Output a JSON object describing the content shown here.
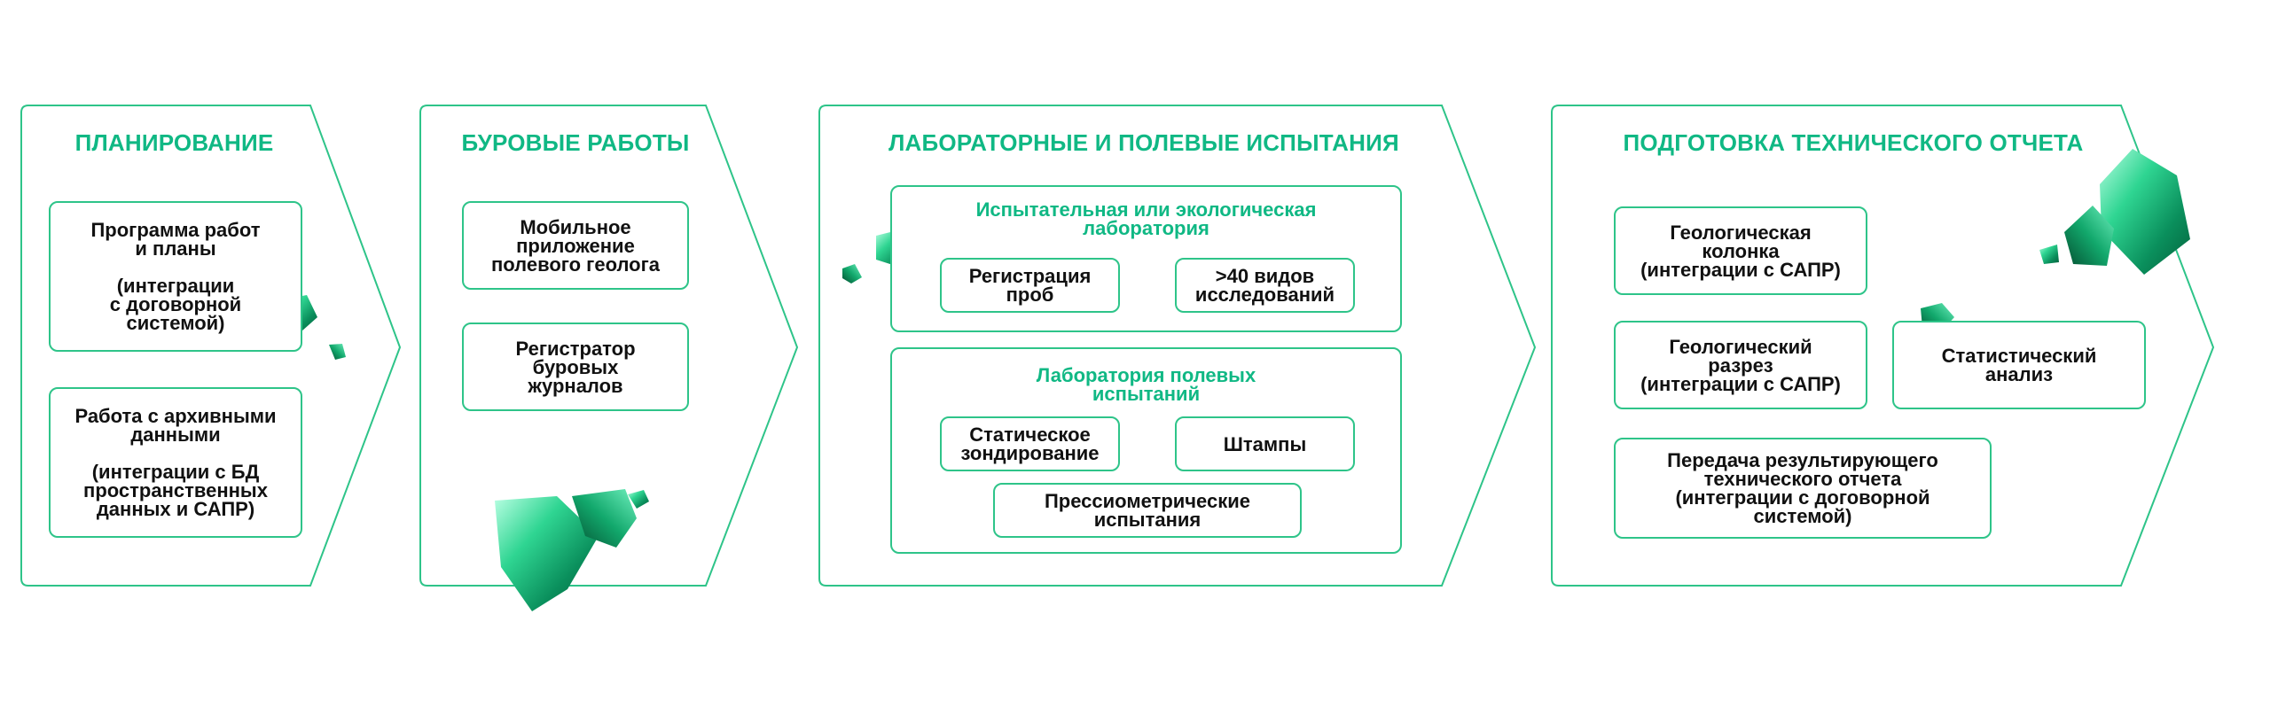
{
  "colors": {
    "accent": "#10b884",
    "stroke": "#2ec489",
    "gem_dark": "#0a8f5c",
    "gem_light": "#7ef0c2"
  },
  "stages": [
    {
      "title": "ПЛАНИРОВАНИЕ",
      "items": [
        "Программа работ\nи планы\n\n(интеграции\nс договорной\nсистемой)",
        "Работа с архивными\nданными\n\n(интеграции с БД\nпространственных\nданных и САПР)"
      ]
    },
    {
      "title": "БУРОВЫЕ РАБОТЫ",
      "items": [
        "Мобильное\nприложение\nполевого геолога",
        "Регистратор\nбуровых\nжурналов"
      ]
    },
    {
      "title": "ЛАБОРАТОРНЫЕ И ПОЛЕВЫЕ ИСПЫТАНИЯ",
      "groups": [
        {
          "title": "Испытательная или экологическая\nлаборатория",
          "items": [
            "Регистрация\nпроб",
            ">40 видов\nисследований"
          ]
        },
        {
          "title": "Лаборатория полевых\nиспытаний",
          "items": [
            "Статическое\nзондирование",
            "Штампы",
            "Прессиометрические\nиспытания"
          ]
        }
      ]
    },
    {
      "title": "ПОДГОТОВКА ТЕХНИЧЕСКОГО ОТЧЕТА",
      "items": [
        "Геологическая\nколонка\n(интеграции с САПР)",
        "Геологический\nразрез\n(интеграции с САПР)",
        "Статистический\nанализ",
        "Передача результирующего\nтехнического отчета\n(интеграции с договорной\nсистемой)"
      ]
    }
  ]
}
